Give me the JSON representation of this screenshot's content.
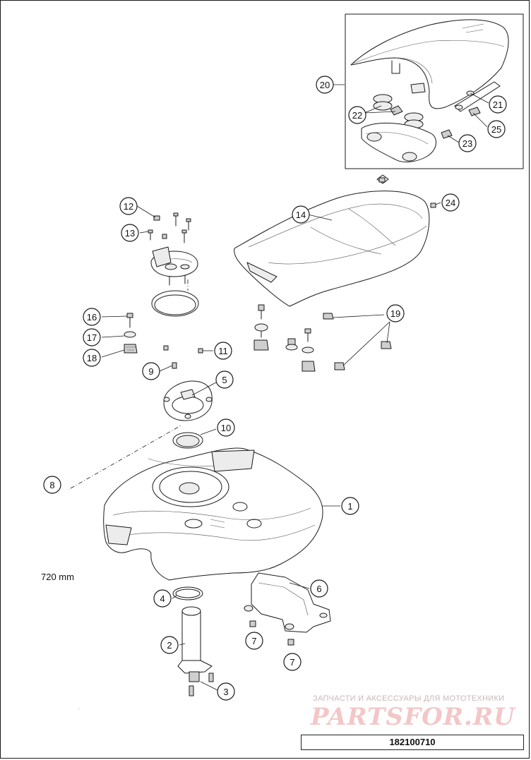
{
  "callouts": {
    "c1": "1",
    "c2": "2",
    "c3": "3",
    "c4": "4",
    "c5": "5",
    "c6": "6",
    "c7a": "7",
    "c7b": "7",
    "c8": "8",
    "c9": "9",
    "c10": "10",
    "c11": "11",
    "c12": "12",
    "c13": "13",
    "c14": "14",
    "c16": "16",
    "c17": "17",
    "c18": "18",
    "c19": "19",
    "c20": "20",
    "c21": "21",
    "c22": "22",
    "c23": "23",
    "c24": "24",
    "c25": "25"
  },
  "hose_length": "720 mm",
  "watermark": {
    "tagline": "ЗАПЧАСТИ И АКСЕССУАРЫ ДЛЯ МОТОТЕХНИКИ",
    "logo": "PARTSFOR.RU"
  },
  "part_number": "182100710"
}
